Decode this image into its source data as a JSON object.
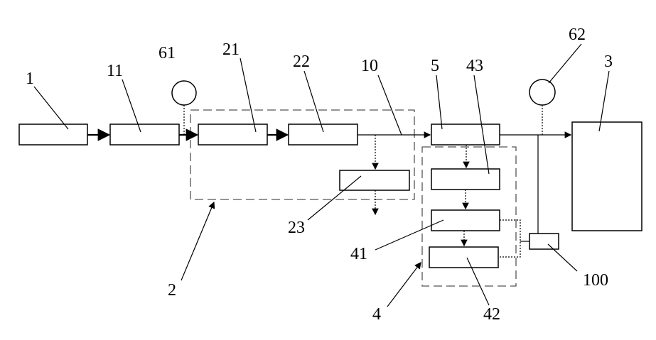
{
  "labels": {
    "l1": "1",
    "l11": "11",
    "l61": "61",
    "l21": "21",
    "l22": "22",
    "l10": "10",
    "l5": "5",
    "l43": "43",
    "l62": "62",
    "l3": "3",
    "l23": "23",
    "l41": "41",
    "l42": "42",
    "l100": "100",
    "l2": "2",
    "l4": "4"
  }
}
